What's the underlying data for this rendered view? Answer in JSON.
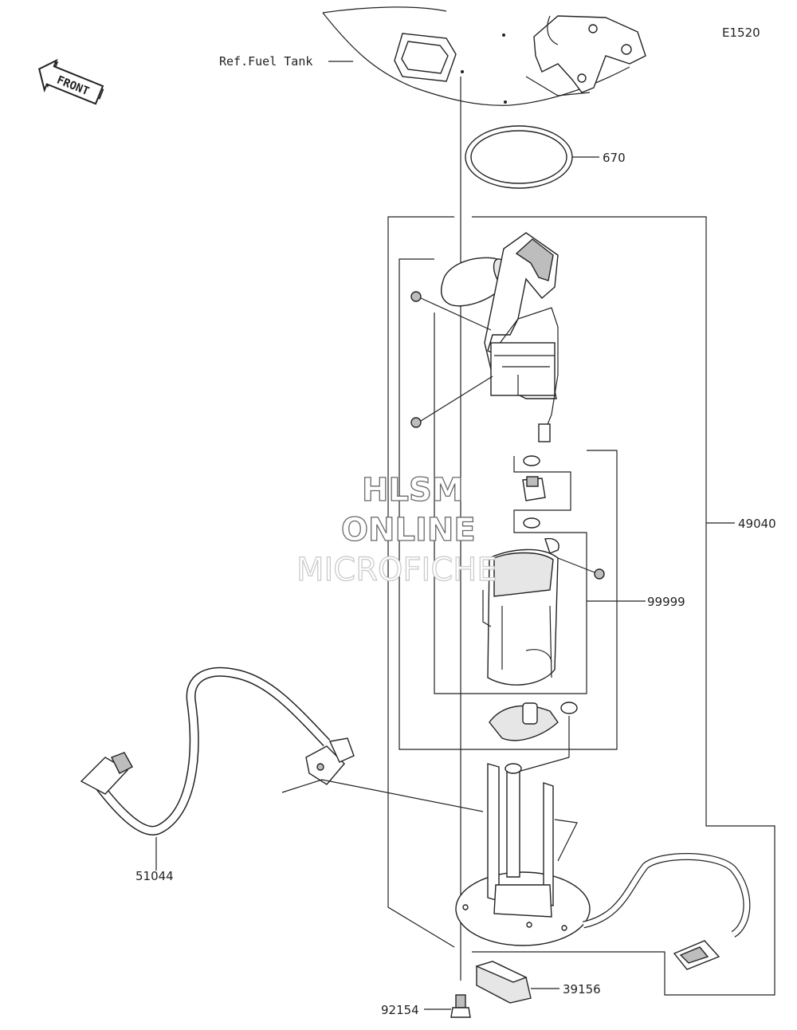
{
  "diagram_code": "E1520",
  "front_label": "FRONT",
  "ref_label": "Ref.Fuel Tank",
  "watermark": [
    "HLSM",
    "ONLINE",
    "MICROFICHE"
  ],
  "callouts": {
    "oring": "670",
    "pump_assembly": "49040",
    "sub_assembly": "99999",
    "hose": "51044",
    "pad": "39156",
    "bolt": "92154"
  }
}
